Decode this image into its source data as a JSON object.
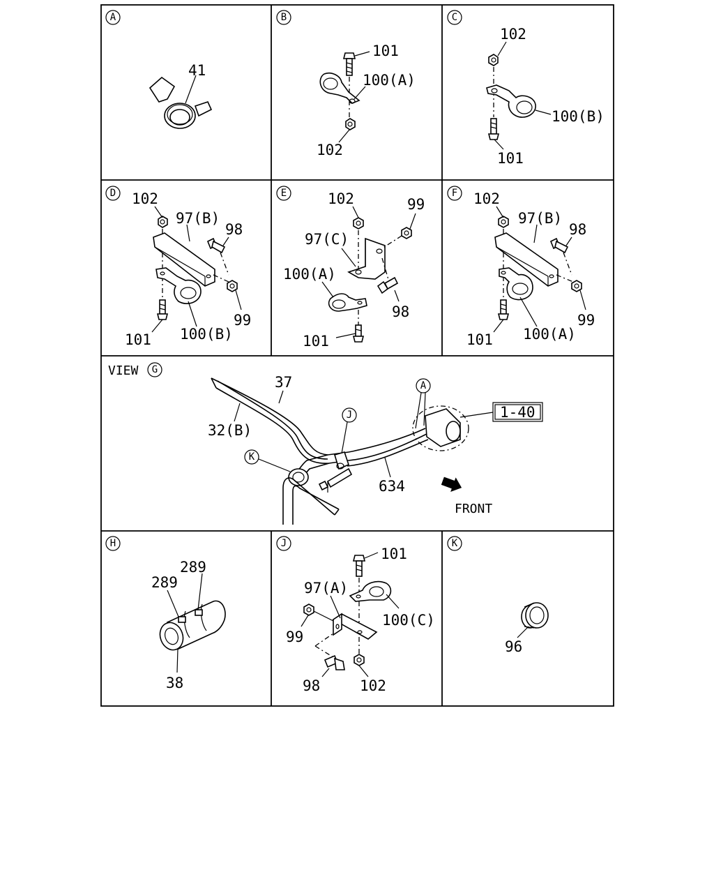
{
  "panels": {
    "A": {
      "marker": "A",
      "labels": [
        "41"
      ]
    },
    "B": {
      "marker": "B",
      "labels": [
        "101",
        "100(A)",
        "102"
      ]
    },
    "C": {
      "marker": "C",
      "labels": [
        "102",
        "100(B)",
        "101"
      ]
    },
    "D": {
      "marker": "D",
      "labels": [
        "102",
        "97(B)",
        "98",
        "99",
        "101",
        "100(B)"
      ]
    },
    "E": {
      "marker": "E",
      "labels": [
        "102",
        "99",
        "97(C)",
        "100(A)",
        "98",
        "101"
      ]
    },
    "F": {
      "marker": "F",
      "labels": [
        "102",
        "97(B)",
        "98",
        "99",
        "101",
        "100(A)"
      ]
    },
    "G": {
      "view_text": "VIEW",
      "marker": "G",
      "labels": [
        "37",
        "32(B)",
        "634",
        "1-40"
      ],
      "markers": [
        "A",
        "J",
        "K"
      ],
      "front_text": "FRONT"
    },
    "H": {
      "marker": "H",
      "labels": [
        "289",
        "289",
        "38"
      ]
    },
    "J": {
      "marker": "J",
      "labels": [
        "101",
        "97(A)",
        "100(C)",
        "99",
        "98",
        "102"
      ]
    },
    "K": {
      "marker": "K",
      "labels": [
        "96"
      ]
    }
  }
}
